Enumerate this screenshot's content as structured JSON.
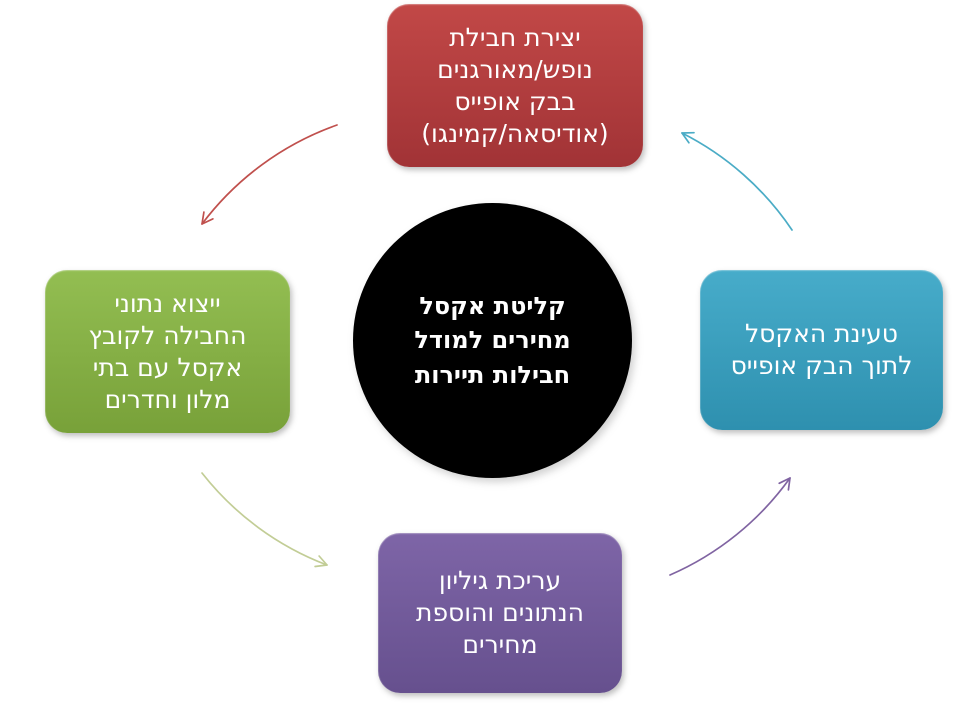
{
  "diagram": {
    "type": "cycle",
    "flow_direction": "counterclockwise",
    "background": "#FFFFFF",
    "center_node": {
      "id": "center",
      "shape": "ellipse",
      "label": "קליטת אקסל\nמחירים למודל\nחבילות תיירות",
      "fill": "#000000",
      "text_color": "#FFFFFF"
    },
    "nodes": [
      {
        "id": "create-package",
        "position": "top",
        "label": "יצירת חבילת\nנופש/מאורגנים\nבבק אופייס\n(אודיסאה/קמינגו)",
        "fill_top": "#C24847",
        "fill_bottom": "#A13336",
        "text_color": "#FFFFFF"
      },
      {
        "id": "export-package-data",
        "position": "left",
        "label": "ייצוא נתוני\nהחבילה לקובץ\nאקסל עם בתי\nמלון וחדרים",
        "fill_top": "#93BE52",
        "fill_bottom": "#78A139",
        "text_color": "#FFFFFF"
      },
      {
        "id": "load-excel",
        "position": "right",
        "label": "טעינת האקסל\nלתוך הבק אופייס",
        "fill_top": "#47ACCA",
        "fill_bottom": "#2E90AF",
        "text_color": "#FFFFFF"
      },
      {
        "id": "edit-sheet",
        "position": "bottom",
        "label": "עריכת גיליון\nהנתונים והוספת\nמחירים",
        "fill_top": "#7E65A7",
        "fill_bottom": "#66508E",
        "text_color": "#FFFFFF"
      }
    ],
    "arrows": [
      {
        "from": "create-package",
        "to": "export-package-data",
        "color": "#C0504D"
      },
      {
        "from": "export-package-data",
        "to": "edit-sheet",
        "color": "#C2CD96"
      },
      {
        "from": "edit-sheet",
        "to": "load-excel",
        "color": "#8064A2"
      },
      {
        "from": "load-excel",
        "to": "create-package",
        "color": "#4BACC6"
      }
    ]
  }
}
